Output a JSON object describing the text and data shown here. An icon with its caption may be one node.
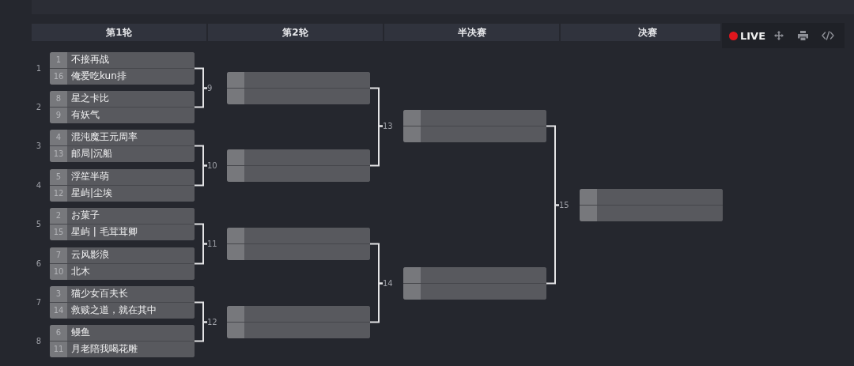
{
  "diagram": {
    "nodes": [
      {
        "text": [
          "第1轮"
        ]
      },
      {
        "text": [
          "第2轮"
        ]
      },
      {
        "text": [
          "半决赛"
        ]
      },
      {
        "text": [
          "决赛"
        ]
      },
      {
        "text": [],
        "shape": "box",
        "beside": [
          "1"
        ]
      },
      {
        "text": [
          "1",
          "不接再战"
        ],
        "in": 4
      },
      {
        "text": [
          "16",
          "俺爱吃kun排"
        ],
        "in": 4
      },
      {
        "text": [],
        "shape": "box",
        "beside": [
          "2"
        ]
      },
      {
        "text": [
          "8",
          "星之卡比"
        ],
        "in": 7
      },
      {
        "text": [
          "9",
          "有妖气"
        ],
        "in": 7
      },
      {
        "text": [],
        "shape": "box",
        "beside": [
          "3"
        ]
      },
      {
        "text": [
          "4",
          "混沌魔王元周率"
        ],
        "in": 10
      },
      {
        "text": [
          "13",
          "邮局|沉船"
        ],
        "in": 10
      },
      {
        "text": [],
        "shape": "box",
        "beside": [
          "4"
        ]
      },
      {
        "text": [
          "5",
          "浮笙半萌"
        ],
        "in": 13
      },
      {
        "text": [
          "12",
          "星屿|尘埃"
        ],
        "in": 13
      },
      {
        "text": [],
        "shape": "box",
        "beside": [
          "5"
        ]
      },
      {
        "text": [
          "2",
          "お菓子"
        ],
        "in": 16
      },
      {
        "text": [
          "15",
          "星屿 | 毛茸茸卿"
        ],
        "in": 16
      },
      {
        "text": [],
        "shape": "box",
        "beside": [
          "6"
        ]
      },
      {
        "text": [
          "7",
          "云风影浪"
        ],
        "in": 19
      },
      {
        "text": [
          "10",
          "北木"
        ],
        "in": 19
      },
      {
        "text": [],
        "shape": "box",
        "beside": [
          "7"
        ]
      },
      {
        "text": [
          "3",
          "猫少女百夫长"
        ],
        "in": 22
      },
      {
        "text": [
          "14",
          "救赎之道，就在其中"
        ],
        "in": 22
      },
      {
        "text": [],
        "shape": "box",
        "beside": [
          "8"
        ]
      },
      {
        "text": [
          "6",
          "鳗鱼"
        ],
        "in": 25
      },
      {
        "text": [
          "11",
          "月老陪我喝花雕"
        ],
        "in": 25
      },
      {
        "text": [
          "9"
        ]
      },
      {
        "text": [],
        "shape": "box"
      },
      {
        "text": [],
        "shape": "box",
        "in": 29
      },
      {
        "text": [],
        "shape": "box",
        "in": 29
      },
      {
        "text": [
          "10"
        ]
      },
      {
        "text": [],
        "shape": "box"
      },
      {
        "text": [],
        "shape": "box",
        "in": 33
      },
      {
        "text": [],
        "shape": "box",
        "in": 33
      },
      {
        "text": [
          "11"
        ]
      },
      {
        "text": [],
        "shape": "box"
      },
      {
        "text": [],
        "shape": "box",
        "in": 37
      },
      {
        "text": [],
        "shape": "box",
        "in": 37
      },
      {
        "text": [
          "12"
        ]
      },
      {
        "text": [],
        "shape": "box"
      },
      {
        "text": [],
        "shape": "box",
        "in": 41
      },
      {
        "text": [],
        "shape": "box",
        "in": 41
      },
      {
        "text": [
          "13"
        ]
      },
      {
        "text": [],
        "shape": "box"
      },
      {
        "text": [],
        "shape": "box",
        "in": 45
      },
      {
        "text": [],
        "shape": "box",
        "in": 45
      },
      {
        "text": [
          "14"
        ]
      },
      {
        "text": [],
        "shape": "box"
      },
      {
        "text": [],
        "shape": "box",
        "in": 49
      },
      {
        "text": [],
        "shape": "box",
        "in": 49
      },
      {
        "text": [
          "15"
        ]
      },
      {
        "text": [],
        "shape": "box"
      },
      {
        "text": [],
        "shape": "box",
        "in": 53
      },
      {
        "text": [],
        "shape": "box",
        "in": 53
      }
    ],
    "edges": [
      {
        "from": 4,
        "to": 28,
        "arrow": "none"
      },
      {
        "from": 7,
        "to": 28,
        "arrow": "none"
      },
      {
        "from": 10,
        "to": 32,
        "arrow": "none"
      },
      {
        "from": 13,
        "to": 32,
        "arrow": "none"
      },
      {
        "from": 16,
        "to": 36,
        "arrow": "none"
      },
      {
        "from": 19,
        "to": 36,
        "arrow": "none"
      },
      {
        "from": 22,
        "to": 40,
        "arrow": "none"
      },
      {
        "from": 25,
        "to": 40,
        "arrow": "none"
      },
      {
        "from": 29,
        "to": 44,
        "arrow": "none"
      },
      {
        "from": 33,
        "to": 44,
        "arrow": "none"
      },
      {
        "from": 37,
        "to": 48,
        "arrow": "none"
      },
      {
        "from": 41,
        "to": 48,
        "arrow": "none"
      },
      {
        "from": 45,
        "to": 52,
        "arrow": "none"
      },
      {
        "from": 49,
        "to": 52,
        "arrow": "none"
      }
    ],
    "labels": [
      "LIVE"
    ]
  }
}
